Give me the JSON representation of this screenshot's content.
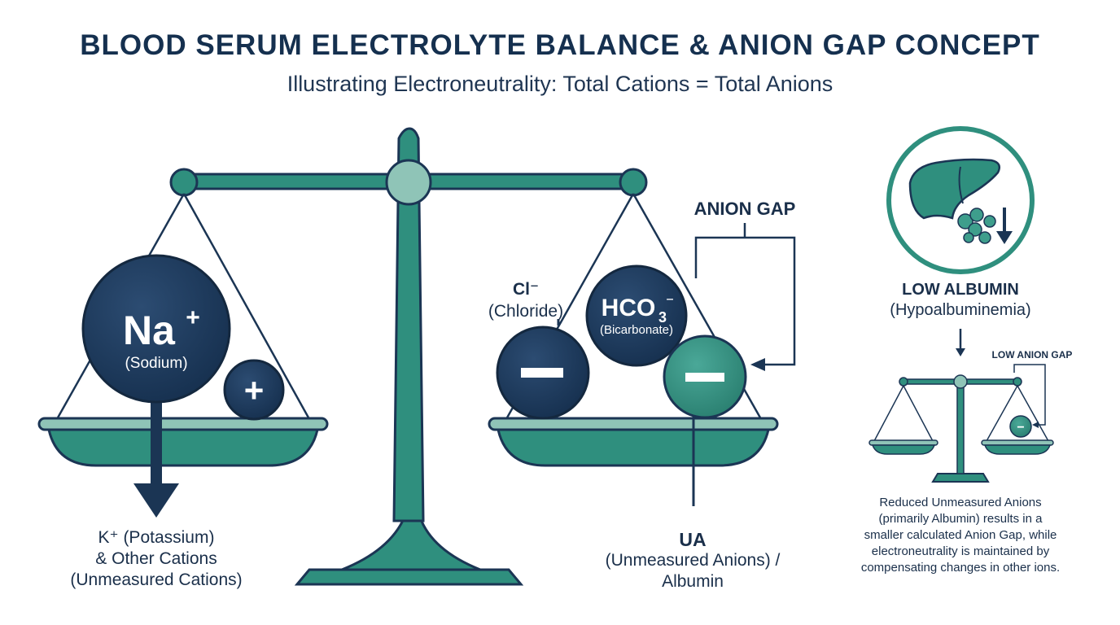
{
  "title": "BLOOD SERUM ELECTROLYTE BALANCE & ANION GAP CONCEPT",
  "subtitle": "Illustrating Electroneutrality: Total Cations = Total Anions",
  "left_pan": {
    "sodium_symbol": "Na",
    "sodium_charge": "+",
    "sodium_name": "(Sodium)",
    "small_cation_sign": "+",
    "unmeasured_cations_line1": "K⁺ (Potassium)",
    "unmeasured_cations_line2": "& Other Cations",
    "unmeasured_cations_line3": "(Unmeasured Cations)"
  },
  "right_pan": {
    "chloride_symbol": "Cl⁻",
    "chloride_name": "(Chloride)",
    "bicarbonate_symbol": "HCO",
    "bicarbonate_sub": "3",
    "bicarbonate_sup": "⁻",
    "bicarbonate_name": "(Bicarbonate)",
    "anion_sign": "—",
    "anion_gap_label": "ANION GAP",
    "ua_label": "UA",
    "ua_line1": "(Unmeasured Anions) /",
    "ua_line2": "Albumin"
  },
  "inset": {
    "low_albumin_title": "LOW ALBUMIN",
    "low_albumin_sub": "(Hypoalbuminemia)",
    "low_anion_gap_label": "LOW ANION GAP",
    "minus_sign": "−",
    "explanation_lines": [
      "Reduced Unmeasured Anions",
      "(primarily Albumin) results in a",
      "smaller calculated Anion Gap, while",
      "electroneutrality is maintained by",
      "compensating changes in other ions."
    ]
  },
  "colors": {
    "navy": "#1b3554",
    "teal": "#2f8f7e",
    "teal_light": "#8fc4b7",
    "text": "#1a2f4a"
  },
  "icons": [
    "balance-scale",
    "liver-icon",
    "protein-cluster-icon",
    "down-arrow-icon"
  ]
}
